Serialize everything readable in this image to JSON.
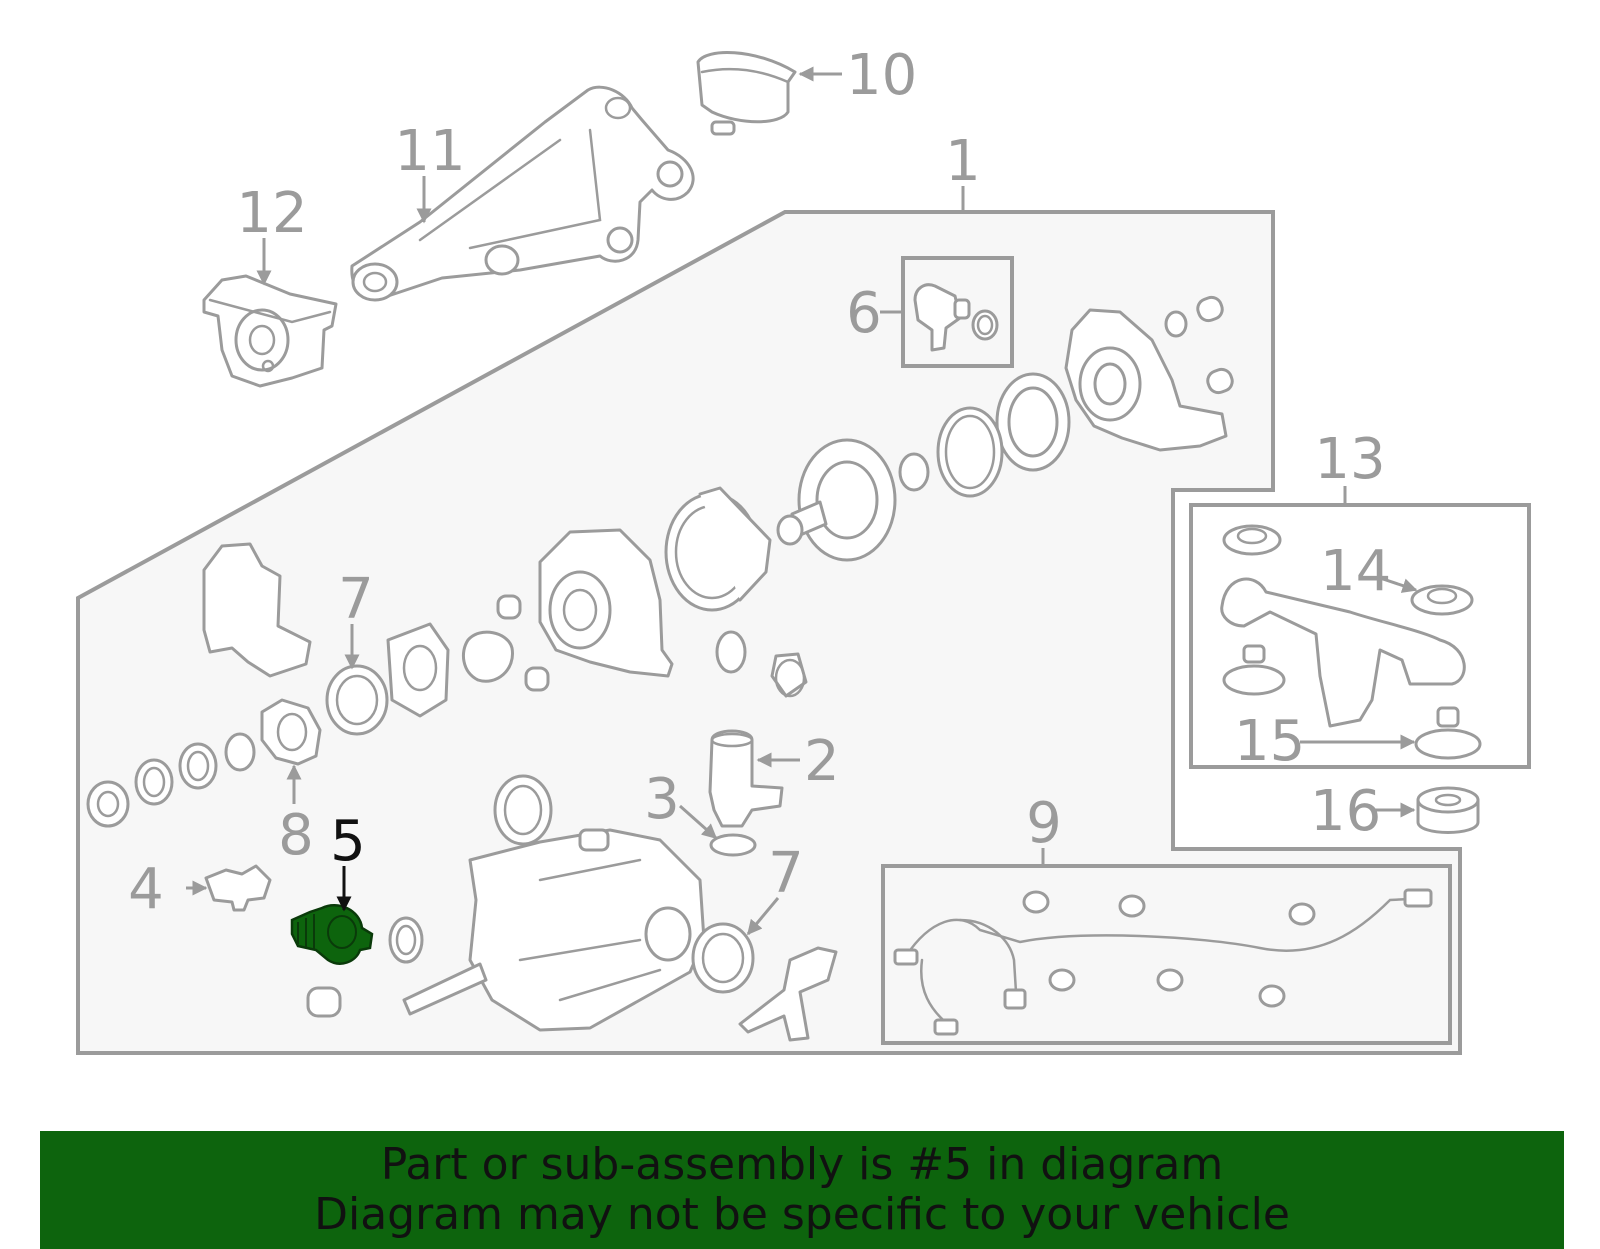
{
  "callouts": {
    "c1": "1",
    "c2": "2",
    "c3": "3",
    "c4": "4",
    "c5": "5",
    "c6": "6",
    "c7a": "7",
    "c7b": "7",
    "c8": "8",
    "c9": "9",
    "c10": "10",
    "c11": "11",
    "c12": "12",
    "c13": "13",
    "c14": "14",
    "c15": "15",
    "c16": "16"
  },
  "highlight": {
    "part_number": "5",
    "color": "#0d640d"
  },
  "banner": {
    "line1": "Part or sub-assembly is #5 in diagram",
    "line2": "Diagram may not be specific to your vehicle",
    "background": "#0d640d"
  },
  "colors": {
    "line_art": "#9b9b9b",
    "panel_fill": "#f7f7f7",
    "highlight_text": "#111111"
  }
}
